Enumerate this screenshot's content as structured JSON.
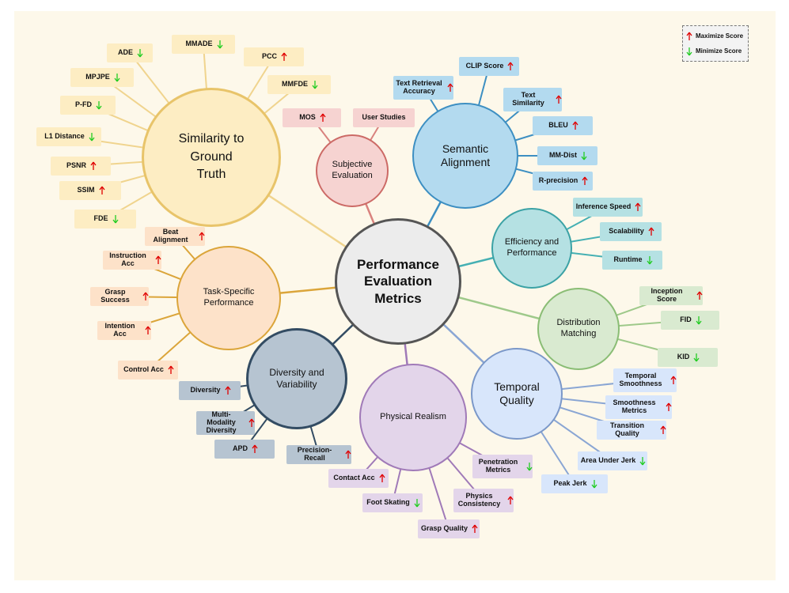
{
  "legend": {
    "maximize": "Maximize Score",
    "minimize": "Minimize Score",
    "up_color": "#e00000",
    "down_color": "#22cc22"
  },
  "center": {
    "label": "Performance Evaluation Metrics",
    "color": "#ececec",
    "border": "#555555"
  },
  "categories": [
    {
      "id": "similarity",
      "label": "Similarity to Ground Truth",
      "color": "#fdedc3",
      "border": "#e8c46a",
      "metrics": [
        {
          "label": "ADE",
          "dir": "down"
        },
        {
          "label": "MMADE",
          "dir": "down"
        },
        {
          "label": "PCC",
          "dir": "up"
        },
        {
          "label": "MPJPE",
          "dir": "down"
        },
        {
          "label": "MMFDE",
          "dir": "down"
        },
        {
          "label": "P-FD",
          "dir": "down"
        },
        {
          "label": "L1 Distance",
          "dir": "down"
        },
        {
          "label": "PSNR",
          "dir": "up"
        },
        {
          "label": "SSIM",
          "dir": "up"
        },
        {
          "label": "FDE",
          "dir": "down"
        }
      ]
    },
    {
      "id": "subjective",
      "label": "Subjective Evaluation",
      "color": "#f6d3d1",
      "border": "#cc6a66",
      "metrics": [
        {
          "label": "MOS",
          "dir": "up"
        },
        {
          "label": "User Studies",
          "dir": ""
        }
      ]
    },
    {
      "id": "semantic",
      "label": "Semantic Alignment",
      "color": "#b3daef",
      "border": "#3d8fc2",
      "metrics": [
        {
          "label": "Text Retrieval Accuracy",
          "dir": "up"
        },
        {
          "label": "CLIP Score",
          "dir": "up"
        },
        {
          "label": "Text Similarity",
          "dir": "up"
        },
        {
          "label": "BLEU",
          "dir": "up"
        },
        {
          "label": "MM-Dist",
          "dir": "down"
        },
        {
          "label": "R-precision",
          "dir": "up"
        }
      ]
    },
    {
      "id": "efficiency",
      "label": "Efficiency and Performance",
      "color": "#b5e1e3",
      "border": "#3ba2a5",
      "metrics": [
        {
          "label": "Inference Speed",
          "dir": "up"
        },
        {
          "label": "Scalability",
          "dir": "up"
        },
        {
          "label": "Runtime",
          "dir": "down"
        }
      ]
    },
    {
      "id": "distribution",
      "label": "Distribution Matching",
      "color": "#d9ead0",
      "border": "#8abd75",
      "metrics": [
        {
          "label": "Inception Score",
          "dir": "up"
        },
        {
          "label": "FID",
          "dir": "down"
        },
        {
          "label": "KID",
          "dir": "down"
        }
      ]
    },
    {
      "id": "temporal",
      "label": "Temporal Quality",
      "color": "#d8e6fb",
      "border": "#7b98c9",
      "metrics": [
        {
          "label": "Temporal Smoothness",
          "dir": "up"
        },
        {
          "label": "Smoothness Metrics",
          "dir": "up"
        },
        {
          "label": "Transition Quality",
          "dir": "up"
        },
        {
          "label": "Area Under Jerk",
          "dir": "down"
        },
        {
          "label": "Peak Jerk",
          "dir": "down"
        }
      ]
    },
    {
      "id": "physical",
      "label": "Physical Realism",
      "color": "#e3d5ea",
      "border": "#a07ab8",
      "metrics": [
        {
          "label": "Penetration Metrics",
          "dir": "down"
        },
        {
          "label": "Contact Acc",
          "dir": "up"
        },
        {
          "label": "Physics Consistency",
          "dir": "up"
        },
        {
          "label": "Foot Skating",
          "dir": "down"
        },
        {
          "label": "Grasp Quality",
          "dir": "up"
        }
      ]
    },
    {
      "id": "diversity",
      "label": "Diversity and Variability",
      "color": "#b6c4d1",
      "border": "#334c63",
      "metrics": [
        {
          "label": "Diversity",
          "dir": "up"
        },
        {
          "label": "Multi-Modality Diversity",
          "dir": "up"
        },
        {
          "label": "APD",
          "dir": "up"
        },
        {
          "label": "Precision-Recall",
          "dir": "up"
        }
      ]
    },
    {
      "id": "task",
      "label": "Task-Specific Performance",
      "color": "#fde2c9",
      "border": "#dba53a",
      "metrics": [
        {
          "label": "Beat Alignment",
          "dir": "up"
        },
        {
          "label": "Instruction Acc",
          "dir": "up"
        },
        {
          "label": "Grasp Success",
          "dir": "up"
        },
        {
          "label": "Intention Acc",
          "dir": "up"
        },
        {
          "label": "Control Acc",
          "dir": "up"
        }
      ]
    }
  ]
}
